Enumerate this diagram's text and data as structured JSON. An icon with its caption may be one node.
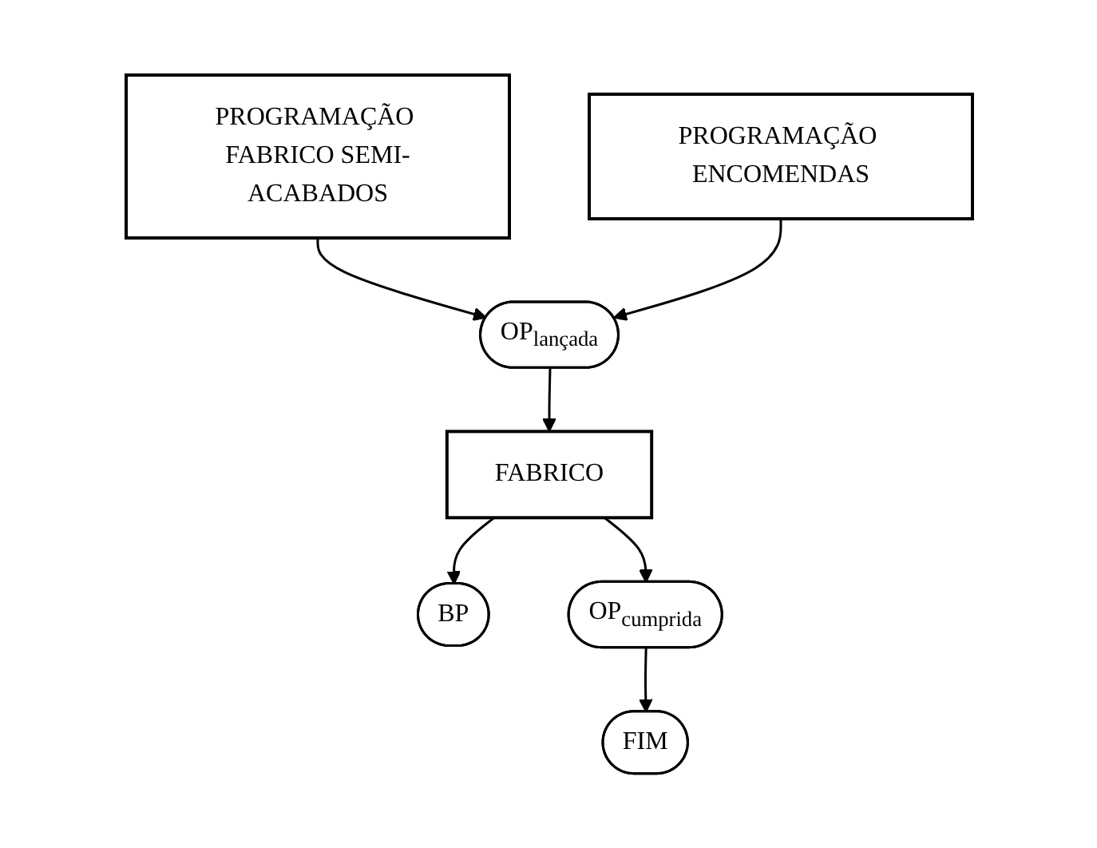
{
  "diagram": {
    "nodes": [
      {
        "text": [
          "PROGRAMAÇÃO FABRICO SEMI-ACABADOS"
        ]
      },
      {
        "text": [
          "PROGRAMAÇÃO ENCOMENDAS"
        ]
      },
      {
        "text": [
          "OP$_{lançada}$"
        ]
      },
      {
        "text": [
          "FABRICO"
        ]
      },
      {
        "text": [
          "BP"
        ]
      },
      {
        "text": [
          "OP$_{cumprida}$"
        ]
      },
      {
        "text": [
          "FIM"
        ]
      }
    ],
    "edges": [
      {
        "from": 0,
        "to": 2,
        "arrow": "to"
      },
      {
        "from": 1,
        "to": 2,
        "arrow": "to"
      },
      {
        "from": 2,
        "to": 3,
        "arrow": "to"
      },
      {
        "from": 3,
        "to": 4,
        "arrow": "to"
      },
      {
        "from": 3,
        "to": 5,
        "arrow": "to"
      },
      {
        "from": 5,
        "to": 6,
        "arrow": "to"
      }
    ]
  }
}
